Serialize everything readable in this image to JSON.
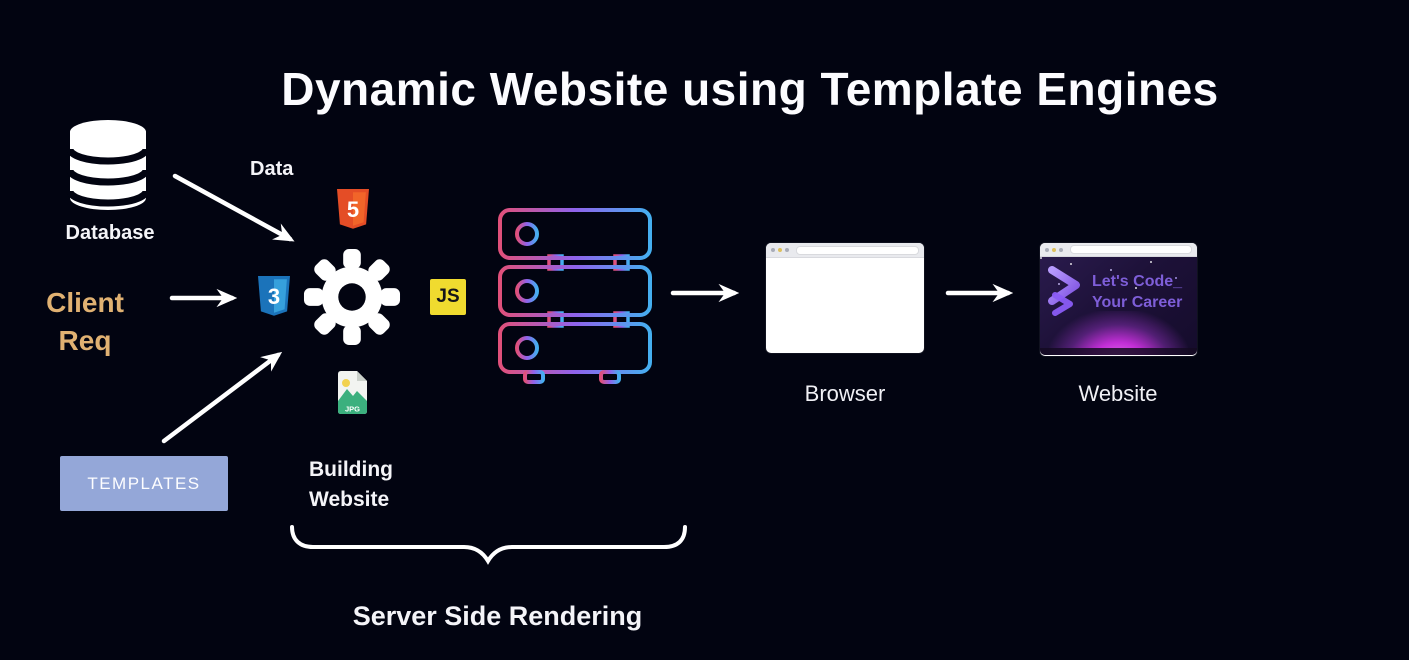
{
  "title": "Dynamic Website using Template Engines",
  "labels": {
    "database": "Database",
    "data": "Data",
    "client_req": {
      "line1": "Client",
      "line2": "Req"
    },
    "templates": "TEMPLATES",
    "building": {
      "line1": "Building",
      "line2": "Website"
    },
    "ssr": "Server Side Rendering",
    "browser": "Browser",
    "website": "Website"
  },
  "icons": {
    "html5_text": "5",
    "css3_text": "3",
    "js_text": "JS",
    "jpg_text": "JPG"
  },
  "website_preview": {
    "line1": "Let's Code_",
    "line2": "Your Career"
  },
  "colors": {
    "background": "#020411",
    "title_text": "#fcfcff",
    "client_req_text": "#e0b172",
    "templates_box": "#94a7d8",
    "html5_orange": "#e44d26",
    "css3_blue": "#1b73ba",
    "js_yellow": "#f0db2f",
    "jpg_green": "#3bb07e",
    "server_gradient": [
      "#e0507a",
      "#8f63ec",
      "#45aff0"
    ],
    "website_text_purple": "#7e5ed8",
    "website_glow": "#c12ed6",
    "arrow_white": "#ffffff"
  }
}
